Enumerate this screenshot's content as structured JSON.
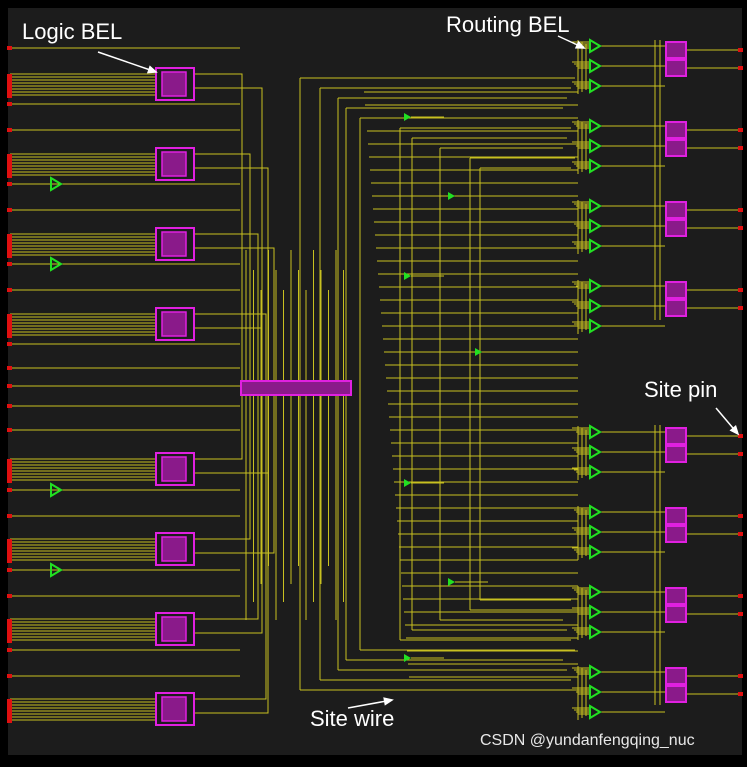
{
  "labels": {
    "logic_bel": "Logic BEL",
    "routing_bel": "Routing BEL",
    "site_pin": "Site pin",
    "site_wire": "Site wire"
  },
  "watermark": "CSDN @yundanfengqing_nuc",
  "colors": {
    "background": "#000000",
    "site_fill": "#1c1c1c",
    "wire": "#c8c020",
    "bel": "#e020e0",
    "bel_fill": "#8a1a8a",
    "routing_bel": "#22e022",
    "pin": "#e01010",
    "callout_text": "#ffffff"
  }
}
